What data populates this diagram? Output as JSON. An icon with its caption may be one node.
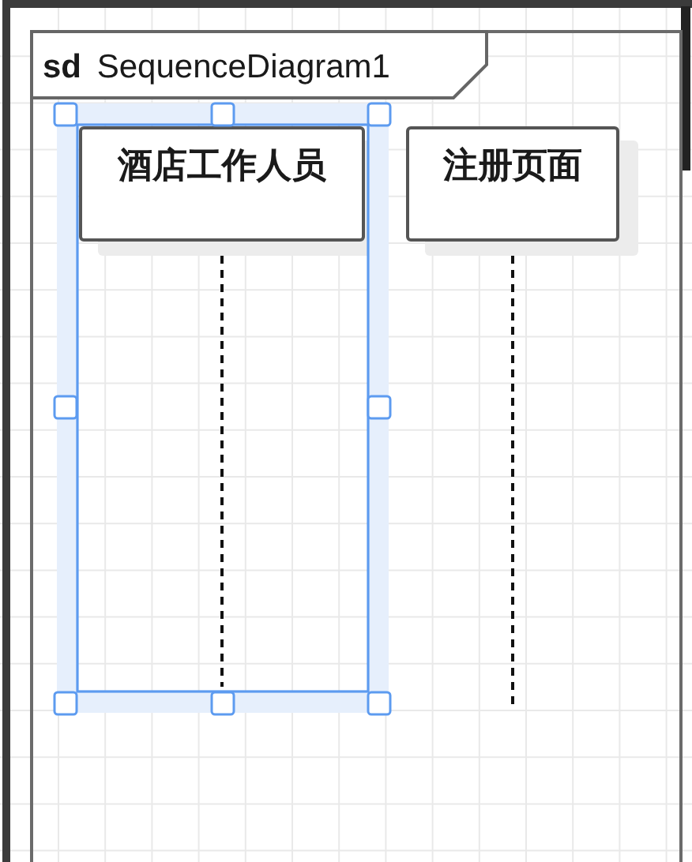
{
  "diagram": {
    "nodes": [
      {
        "text": [
          "**sd** SequenceDiagram1"
        ]
      },
      {
        "text": [
          "酒店工作人员"
        ],
        "in": 0
      },
      {
        "text": [
          "注册页面"
        ],
        "in": 0
      }
    ],
    "edges": [
      {
        "from": 1,
        "to": null,
        "arrow": "none",
        "style": "dashed"
      },
      {
        "from": 2,
        "to": null,
        "arrow": "none",
        "style": "dashed"
      }
    ]
  }
}
